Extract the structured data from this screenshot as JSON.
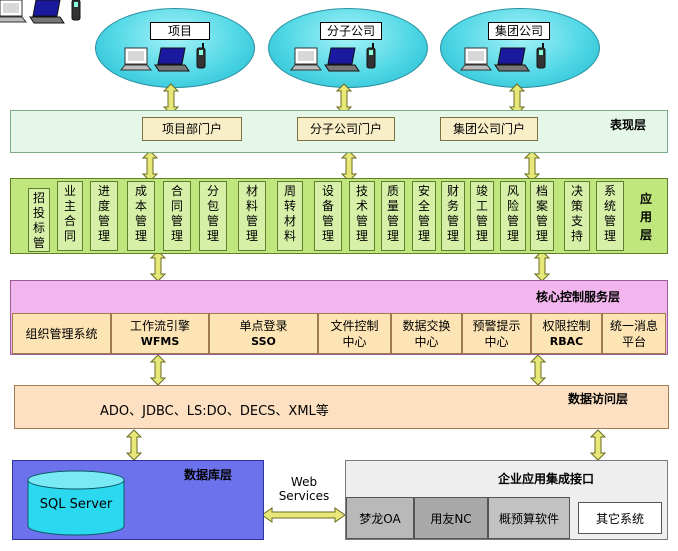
{
  "clouds": [
    "项目",
    "分子公司",
    "集团公司"
  ],
  "presentation": {
    "layer_title": "表现层",
    "portals": [
      "项目部门户",
      "分子公司门户",
      "集团公司门户"
    ]
  },
  "application": {
    "layer_title": "应\n用\n层",
    "modules": [
      "招投标管理",
      "业主合同",
      "进度管理",
      "成本管理",
      "合同管理",
      "分包管理",
      "材料管理",
      "周转材料",
      "设备管理",
      "技术管理",
      "质量管理",
      "安全管理",
      "财务管理",
      "竣工管理",
      "风险管理",
      "档案管理",
      "决策支持",
      "系统管理"
    ]
  },
  "core": {
    "layer_title": "核心控制服务层",
    "modules": [
      {
        "main": "组织管理系统",
        "sub": ""
      },
      {
        "main": "工作流引擎",
        "sub": "WFMS"
      },
      {
        "main": "单点登录",
        "sub": "SSO"
      },
      {
        "main": "文件控制\n中心",
        "sub": ""
      },
      {
        "main": "数据交换\n中心",
        "sub": ""
      },
      {
        "main": "预警提示\n中心",
        "sub": ""
      },
      {
        "main": "权限控制",
        "sub": "RBAC"
      },
      {
        "main": "统一消息\n平台",
        "sub": ""
      }
    ]
  },
  "data_access": {
    "layer_title": "数据访问层",
    "technologies": "ADO、JDBC、LS:DO、DECS、XML等"
  },
  "database": {
    "layer_title": "数据库层",
    "db_name": "SQL Server"
  },
  "web_services": "Web\nServices",
  "integration": {
    "title": "企业应用集成接口",
    "items": [
      "梦龙OA",
      "用友NC",
      "概预算软件",
      "其它系统"
    ]
  },
  "colors": {
    "cloud": "#52d8e6",
    "presentation": "#e5f7e9",
    "application": "#bfe77d",
    "core": "#f2b5ee",
    "data_access": "#fde0c1",
    "database": "#6c72ec",
    "arrow": "#e8e87a"
  }
}
